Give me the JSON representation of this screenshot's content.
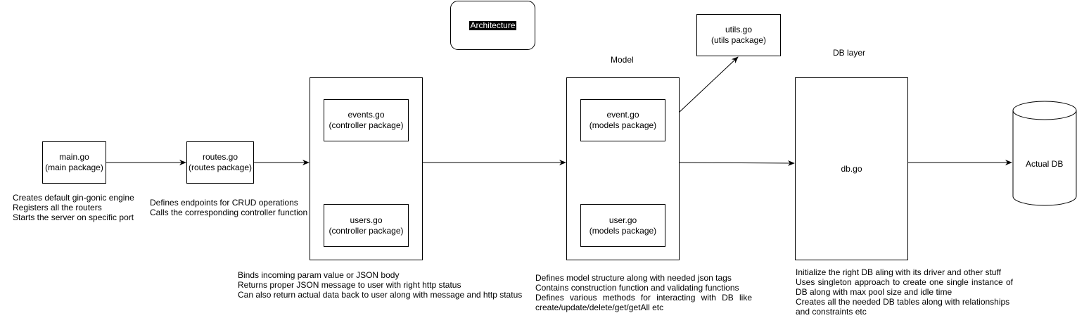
{
  "title": "Architecture",
  "main": {
    "name": "main.go",
    "package": "(main package)",
    "description": [
      "Creates default gin-gonic engine",
      "Registers all the routers",
      "Starts the server on specific port"
    ]
  },
  "routes": {
    "name": "routes.go",
    "package": "(routes package)",
    "description": [
      "Defines endpoints for CRUD operations",
      "Calls the corresponding controller function"
    ]
  },
  "controller": {
    "events": {
      "name": "events.go",
      "package": "(controller package)"
    },
    "users": {
      "name": "users.go",
      "package": "(controller package)"
    },
    "description": [
      "Binds incoming param value or JSON body",
      "Returns proper JSON message to user with right http status",
      "Can also return actual data back to user along with message and http status"
    ]
  },
  "model": {
    "label": "Model",
    "event": {
      "name": "event.go",
      "package": "(models package)"
    },
    "user": {
      "name": "user.go",
      "package": "(models package)"
    },
    "description": [
      "Defines model structure along with needed json tags",
      "Contains construction function and validating functions",
      "Defines various methods for interacting with DB like",
      "create/update/delete/get/getAll etc"
    ]
  },
  "utils": {
    "name": "utils.go",
    "package": "(utils package)"
  },
  "db": {
    "label": "DB layer",
    "name": "db.go",
    "description": [
      "Initialize the right DB aling with its driver and other stuff",
      "Uses singleton approach to create one single instance of",
      "DB along with max pool size and idle time",
      "Creates all the needed DB tables along with relationships",
      "and constraints etc"
    ]
  },
  "actual_db": {
    "name": "Actual DB"
  }
}
